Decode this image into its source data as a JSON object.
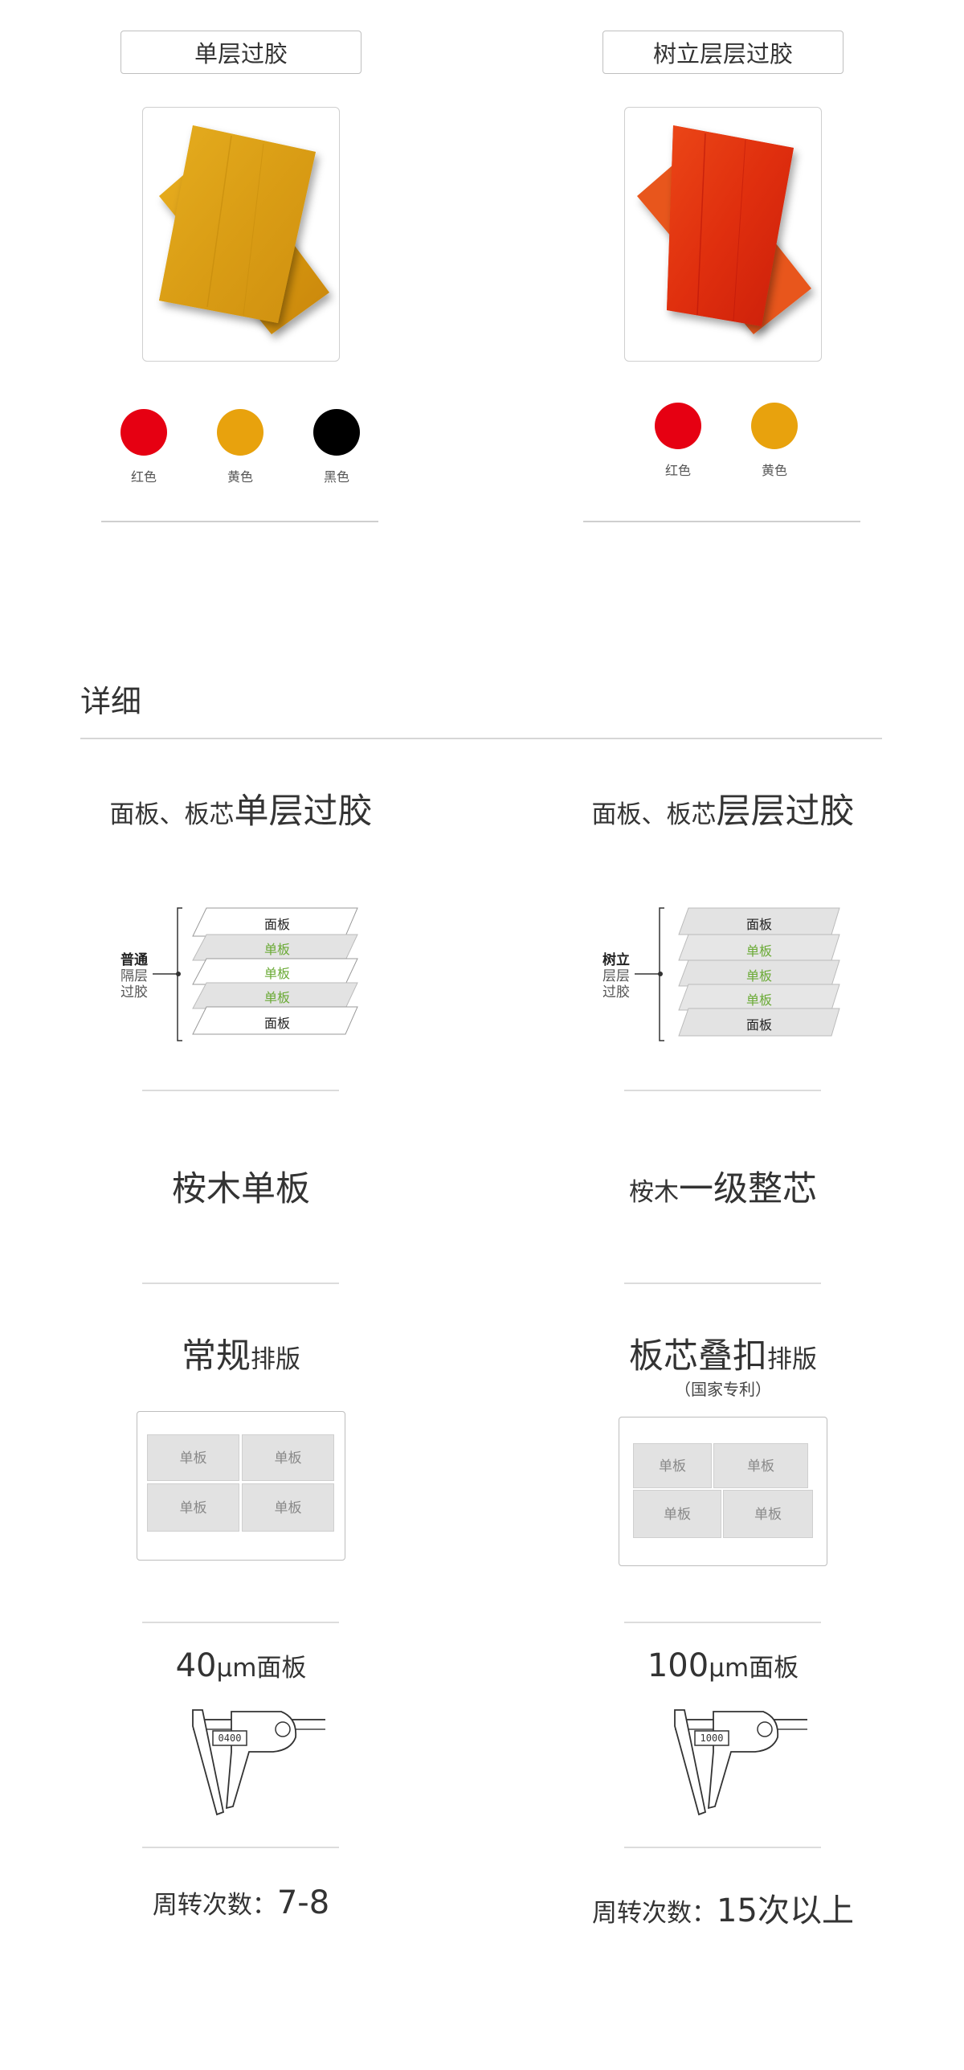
{
  "top": {
    "left_product": {
      "title": "单层过胶",
      "swatches": [
        {
          "label": "红色",
          "color": "#e60012"
        },
        {
          "label": "黄色",
          "color": "#e8a20d"
        },
        {
          "label": "黑色",
          "color": "#000000"
        }
      ]
    },
    "right_product": {
      "title": "树立层层过胶",
      "swatches": [
        {
          "label": "红色",
          "color": "#e60012"
        },
        {
          "label": "黄色",
          "color": "#e8a20d"
        }
      ]
    }
  },
  "details": {
    "section_title": "详细",
    "row1": {
      "left": {
        "prefix": "面板、板芯",
        "main": "单层过胶"
      },
      "right": {
        "prefix": "面板、板芯",
        "main": "层层过胶"
      }
    },
    "diagrams": {
      "left": {
        "side_label_1": "普通",
        "side_label_2": "隔层",
        "side_label_3": "过胶",
        "layers": [
          "面板",
          "单板",
          "单板",
          "单板",
          "面板"
        ]
      },
      "right": {
        "side_label_1": "树立",
        "side_label_2": "层层",
        "side_label_3": "过胶",
        "layers": [
          "面板",
          "单板",
          "单板",
          "单板",
          "面板"
        ]
      }
    },
    "row2": {
      "left": {
        "main": "桉木单板"
      },
      "right": {
        "prefix": "桉木",
        "main": "一级整芯"
      }
    },
    "row3": {
      "left": {
        "main": "常规",
        "suffix": "排版",
        "cells": [
          "单板",
          "单板",
          "单板",
          "单板"
        ]
      },
      "right": {
        "main": "板芯叠扣",
        "suffix": "排版",
        "note": "（国家专利）",
        "cells": [
          "单板",
          "单板",
          "单板",
          "单板"
        ]
      }
    },
    "row4": {
      "left": {
        "number": "40",
        "unit": "μm面板",
        "reading": "0400"
      },
      "right": {
        "number": "100",
        "unit": "μm面板",
        "reading": "1000"
      }
    },
    "row5": {
      "left": {
        "prefix": "周转次数：",
        "value": "7-8"
      },
      "right": {
        "prefix": "周转次数：",
        "value": "15次以上"
      }
    }
  }
}
